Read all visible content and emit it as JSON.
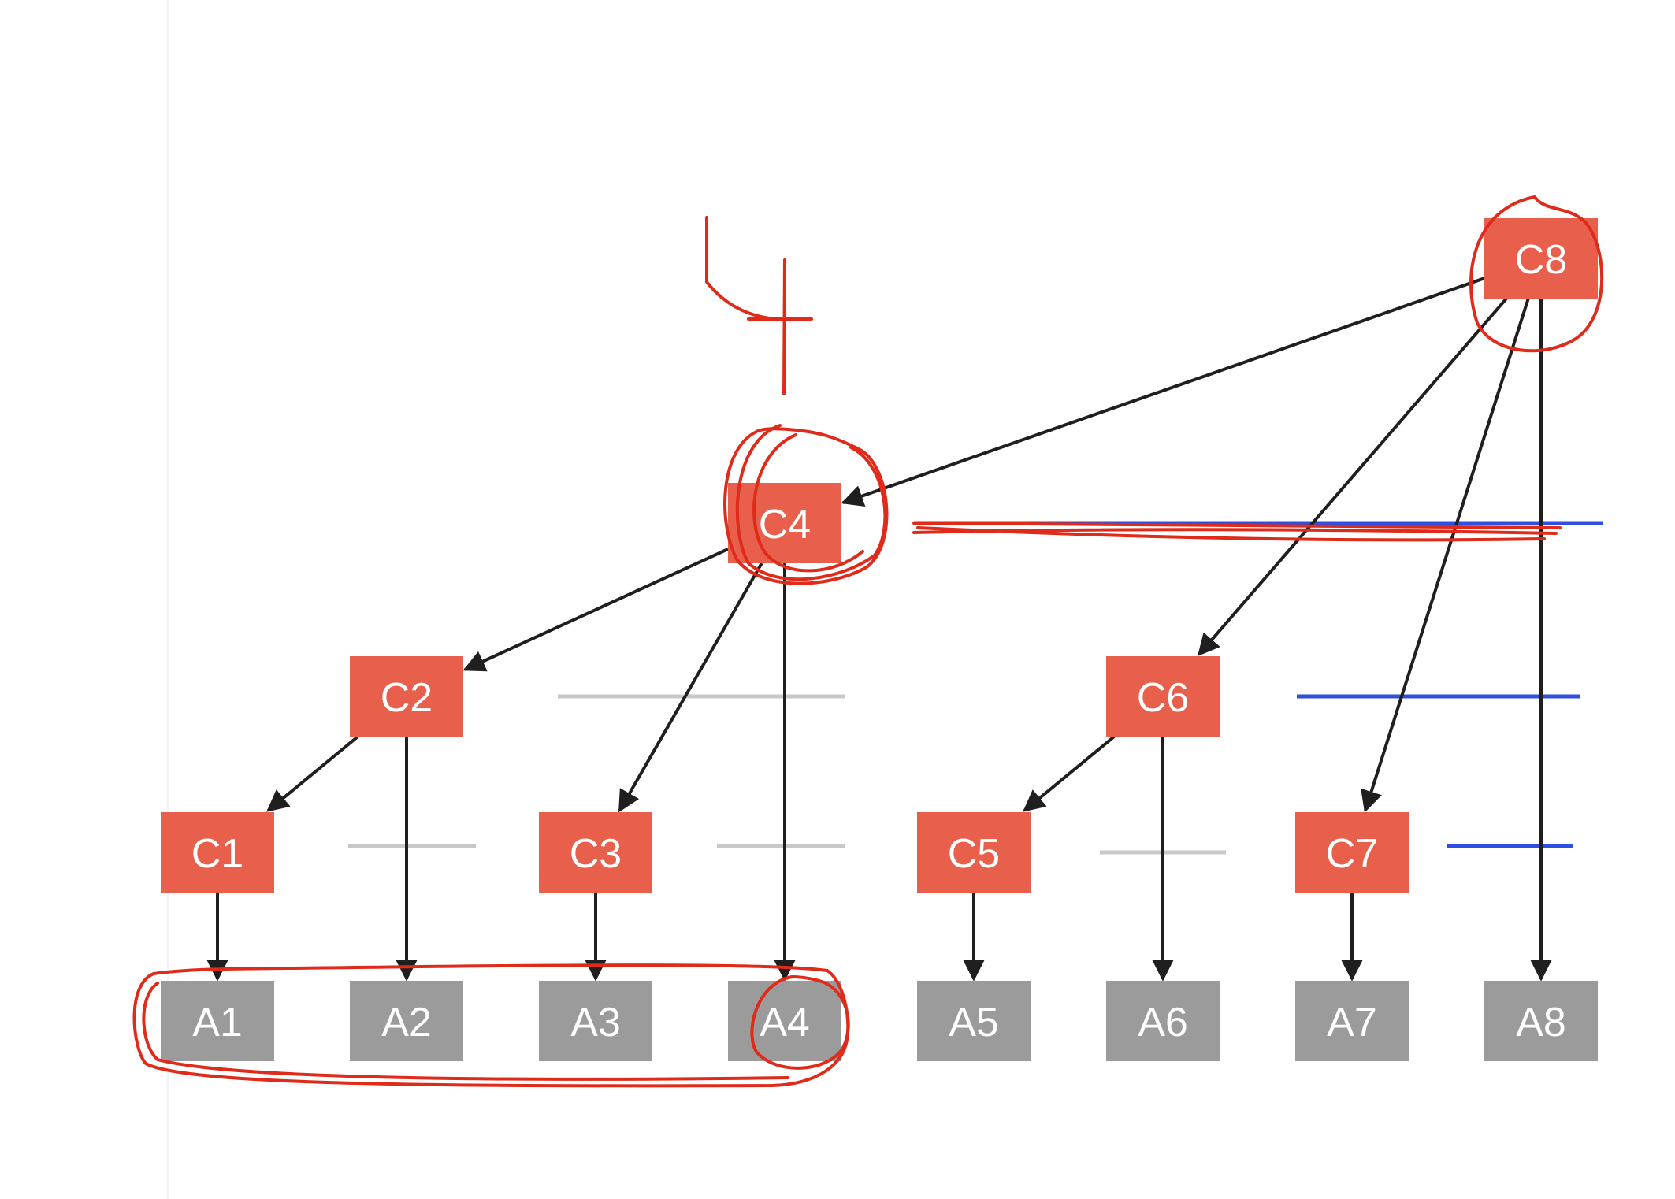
{
  "diagram": {
    "colors": {
      "internal_node": "#e8604c",
      "leaf_node": "#9b9b9b",
      "edge": "#1f1f1f",
      "gray_bar": "#c8c8c8",
      "blue_bar": "#2f4fe0",
      "annotation": "#e02a1a",
      "node_text": "#ffffff"
    },
    "internal_nodes": [
      {
        "id": "C1",
        "label": "C1"
      },
      {
        "id": "C2",
        "label": "C2"
      },
      {
        "id": "C3",
        "label": "C3"
      },
      {
        "id": "C4",
        "label": "C4"
      },
      {
        "id": "C5",
        "label": "C5"
      },
      {
        "id": "C6",
        "label": "C6"
      },
      {
        "id": "C7",
        "label": "C7"
      },
      {
        "id": "C8",
        "label": "C8"
      }
    ],
    "leaf_nodes": [
      {
        "id": "A1",
        "label": "A1"
      },
      {
        "id": "A2",
        "label": "A2"
      },
      {
        "id": "A3",
        "label": "A3"
      },
      {
        "id": "A4",
        "label": "A4"
      },
      {
        "id": "A5",
        "label": "A5"
      },
      {
        "id": "A6",
        "label": "A6"
      },
      {
        "id": "A7",
        "label": "A7"
      },
      {
        "id": "A8",
        "label": "A8"
      }
    ],
    "edges": [
      {
        "from": "C8",
        "to": "C4"
      },
      {
        "from": "C8",
        "to": "C6"
      },
      {
        "from": "C8",
        "to": "C7"
      },
      {
        "from": "C8",
        "to": "A8"
      },
      {
        "from": "C4",
        "to": "C2"
      },
      {
        "from": "C4",
        "to": "C3"
      },
      {
        "from": "C4",
        "to": "A4"
      },
      {
        "from": "C2",
        "to": "C1"
      },
      {
        "from": "C2",
        "to": "A2"
      },
      {
        "from": "C6",
        "to": "C5"
      },
      {
        "from": "C6",
        "to": "A6"
      },
      {
        "from": "C1",
        "to": "A1"
      },
      {
        "from": "C3",
        "to": "A3"
      },
      {
        "from": "C5",
        "to": "A5"
      },
      {
        "from": "C7",
        "to": "A7"
      }
    ],
    "annotation": {
      "handwritten_number": "4"
    }
  }
}
